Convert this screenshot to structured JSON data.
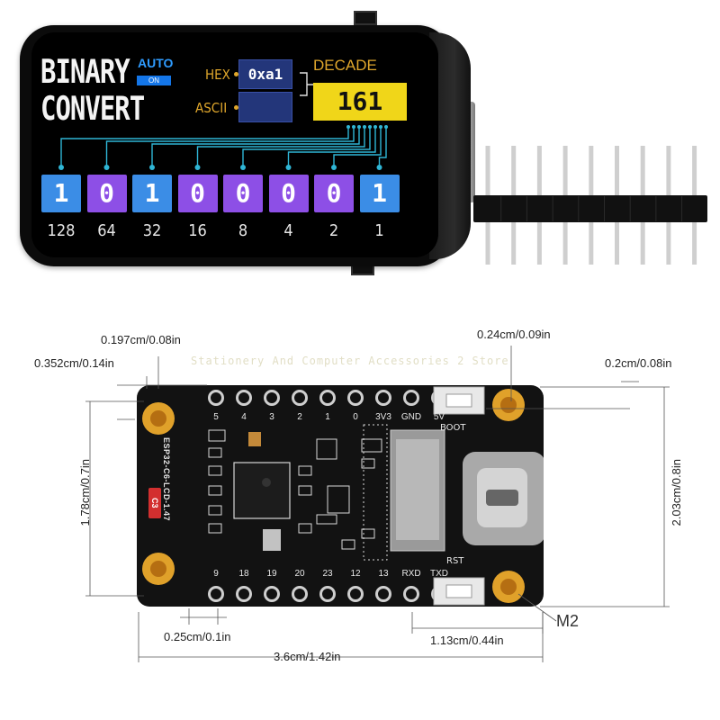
{
  "lcd": {
    "title_line1": "BINARY",
    "title_line2": "CONVERT",
    "auto_label": "AUTO",
    "auto_state": "ON",
    "hex_label": "HEX",
    "hex_value": "0xa1",
    "ascii_label": "ASCII",
    "ascii_value": "",
    "decade_label": "DECADE",
    "decade_value": "161",
    "bits": [
      "1",
      "0",
      "1",
      "0",
      "0",
      "0",
      "0",
      "1"
    ],
    "weights": [
      "128",
      "64",
      "32",
      "16",
      "8",
      "4",
      "2",
      "1"
    ],
    "bit_colors": [
      "#3b8de6",
      "#8d4fe6",
      "#3b8de6",
      "#8d4fe6",
      "#8d4fe6",
      "#8d4fe6",
      "#8d4fe6",
      "#3b8de6"
    ],
    "accent_color": "#f0d619",
    "wire_color": "#2fb6d6"
  },
  "pin_header": {
    "pin_count": 9,
    "body_color": "#111111",
    "pin_color": "#cfcfcf"
  },
  "watermark": "Stationery And Computer Accessories 2 Store",
  "board": {
    "name": "ESP32-C6-LCD-1.47",
    "chip_badge": "C3",
    "top_pins": [
      "5",
      "4",
      "3",
      "2",
      "1",
      "0",
      "3V3",
      "GND",
      "5V"
    ],
    "bottom_pins": [
      "9",
      "18",
      "19",
      "20",
      "23",
      "12",
      "13",
      "RXD",
      "TXD"
    ],
    "boot_label": "BOOT",
    "rst_label": "RST",
    "mount_hole_label": "M2",
    "mount_hole_color": "#e0a12a"
  },
  "dimensions": {
    "hole_offset_x": "0.197cm/0.08in",
    "hole_offset_y": "0.352cm/0.14in",
    "connector_offset": "0.24cm/0.09in",
    "right_hole_offset": "0.2cm/0.08in",
    "hole_spacing_v": "1.78cm/0.7in",
    "board_height": "2.03cm/0.8in",
    "pin_pitch": "0.25cm/0.1in",
    "board_width": "3.6cm/1.42in",
    "usb_width": "1.13cm/0.44in"
  }
}
